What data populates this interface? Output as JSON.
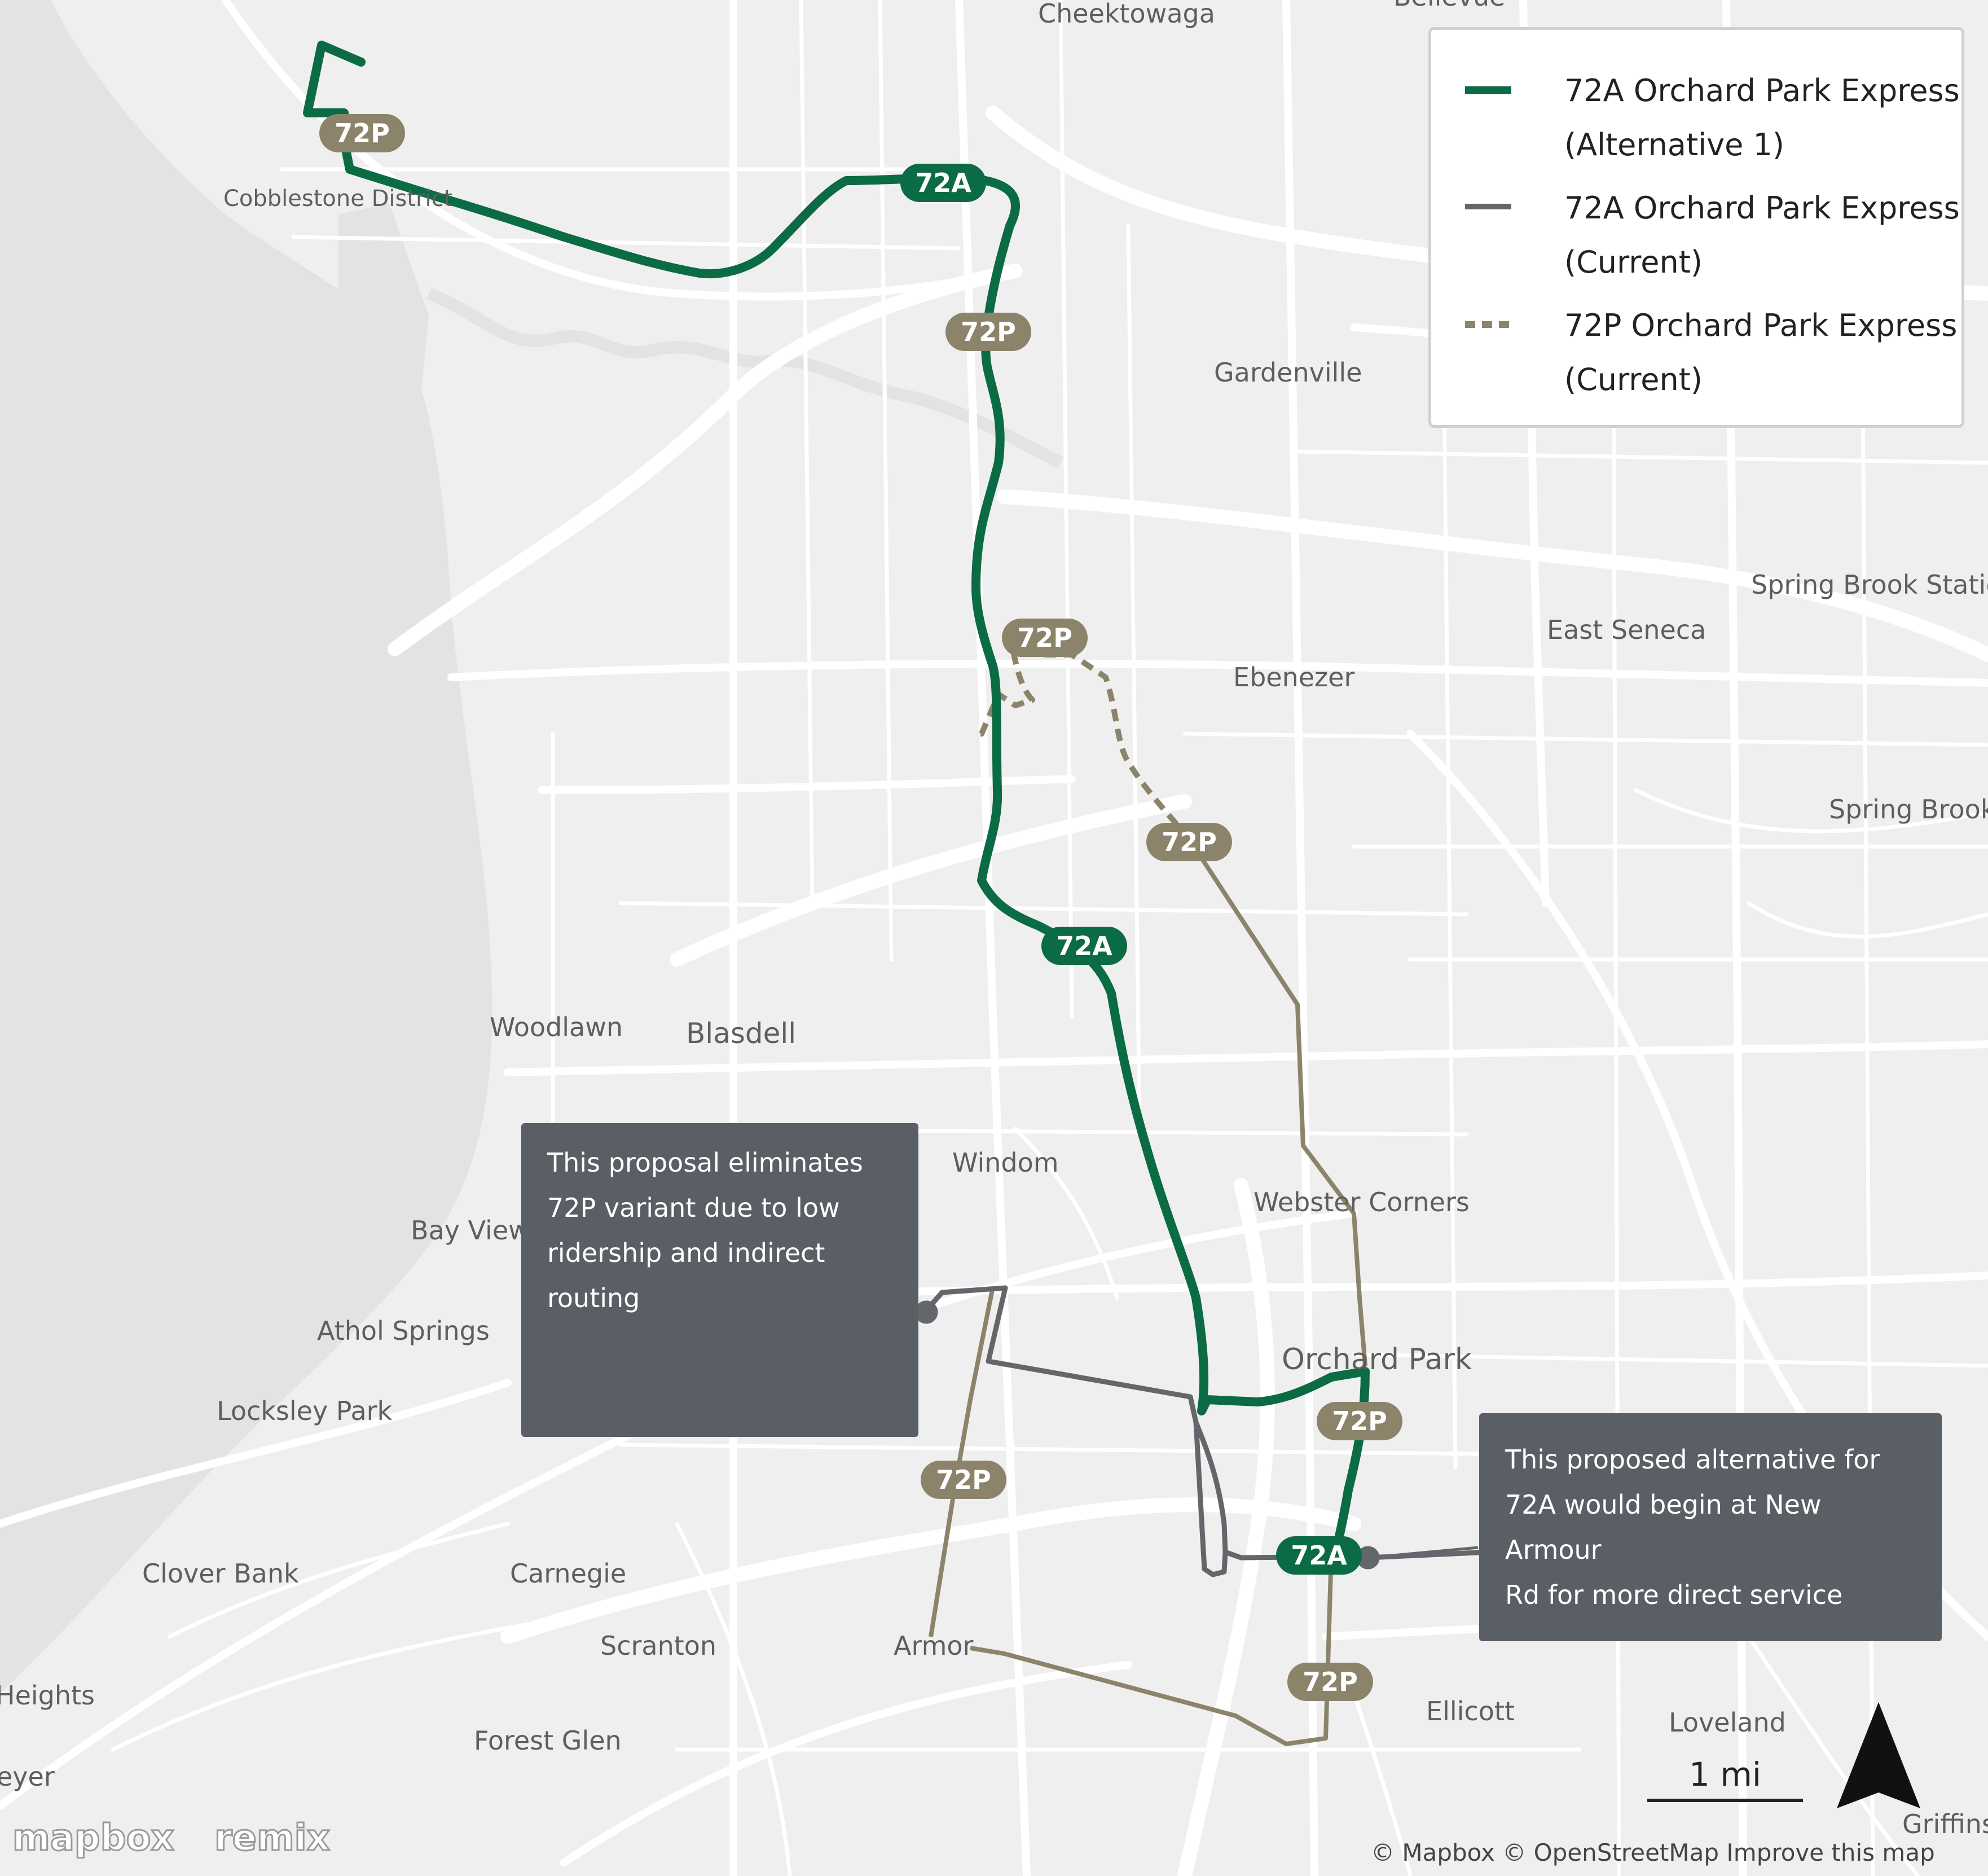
{
  "places": [
    {
      "id": "cheektowaga",
      "label": "Cheektowaga"
    },
    {
      "id": "bellevue",
      "label": "Bellevue"
    },
    {
      "id": "cobblestone",
      "label": "Cobblestone District"
    },
    {
      "id": "gardenville",
      "label": "Gardenville"
    },
    {
      "id": "spring-brook-station",
      "label": "Spring Brook Station"
    },
    {
      "id": "east-seneca",
      "label": "East Seneca"
    },
    {
      "id": "ebenezer",
      "label": "Ebenezer"
    },
    {
      "id": "spring-brook",
      "label": "Spring Brook"
    },
    {
      "id": "woodlawn",
      "label": "Woodlawn"
    },
    {
      "id": "blasdell",
      "label": "Blasdell"
    },
    {
      "id": "windom",
      "label": "Windom"
    },
    {
      "id": "bay-view",
      "label": "Bay View"
    },
    {
      "id": "webster-corners",
      "label": "Webster Corners"
    },
    {
      "id": "athol-springs",
      "label": "Athol Springs"
    },
    {
      "id": "orchard-park",
      "label": "Orchard Park"
    },
    {
      "id": "locksley-park",
      "label": "Locksley Park"
    },
    {
      "id": "clover-bank",
      "label": "Clover Bank"
    },
    {
      "id": "carnegie",
      "label": "Carnegie"
    },
    {
      "id": "scranton",
      "label": "Scranton"
    },
    {
      "id": "armor",
      "label": "Armor"
    },
    {
      "id": "heights",
      "label": "Heights"
    },
    {
      "id": "ellicott",
      "label": "Ellicott"
    },
    {
      "id": "loveland",
      "label": "Loveland"
    },
    {
      "id": "forest-glen",
      "label": "Forest Glen"
    },
    {
      "id": "eyer",
      "label": "eyer"
    },
    {
      "id": "griffins",
      "label": "Griffins"
    }
  ],
  "badges": [
    {
      "id": "72p-cobblestone",
      "label": "72P",
      "route": "72P"
    },
    {
      "id": "72a-north",
      "label": "72A",
      "route": "72A"
    },
    {
      "id": "72p-north",
      "label": "72P",
      "route": "72P"
    },
    {
      "id": "72p-mid",
      "label": "72P",
      "route": "72P"
    },
    {
      "id": "72p-east",
      "label": "72P",
      "route": "72P"
    },
    {
      "id": "72a-mid",
      "label": "72A",
      "route": "72A"
    },
    {
      "id": "72p-orchard",
      "label": "72P",
      "route": "72P"
    },
    {
      "id": "72p-west",
      "label": "72P",
      "route": "72P"
    },
    {
      "id": "72a-south",
      "label": "72A",
      "route": "72A"
    },
    {
      "id": "72p-south",
      "label": "72P",
      "route": "72P"
    }
  ],
  "legend": {
    "items": [
      {
        "label_line1": "72A Orchard Park Express",
        "label_line2": "(Alternative 1)",
        "color": "#0a6b44",
        "style": "solid"
      },
      {
        "label_line1": "72A Orchard Park Express",
        "label_line2": "(Current)",
        "color": "#63666b",
        "style": "solid"
      },
      {
        "label_line1": "72P Orchard Park Express",
        "label_line2": "(Current)",
        "color": "#8c836b",
        "style": "dashed"
      }
    ]
  },
  "callouts": {
    "left": {
      "line1": "This proposal eliminates",
      "line2": "72P variant due to low",
      "line3": "ridership and indirect",
      "line4": "routing"
    },
    "right": {
      "line1": "This proposed alternative for",
      "line2": "72A would begin at New Armour",
      "line3": "Rd for more direct service"
    }
  },
  "scale": {
    "label": "1 mi"
  },
  "attribution": {
    "text": "© Mapbox © OpenStreetMap Improve this map"
  },
  "logos": {
    "mapbox": "mapbox",
    "remix": "remix"
  },
  "icons": {
    "north_arrow": "north-arrow-icon"
  },
  "colors": {
    "route_72a_alt": "#0a6b44",
    "route_72a_current": "#63666b",
    "route_72p": "#8c836b",
    "water": "#e3e3e3",
    "land": "#efefef",
    "roads": "#ffffff",
    "callout_bg": "#5a5f66"
  }
}
